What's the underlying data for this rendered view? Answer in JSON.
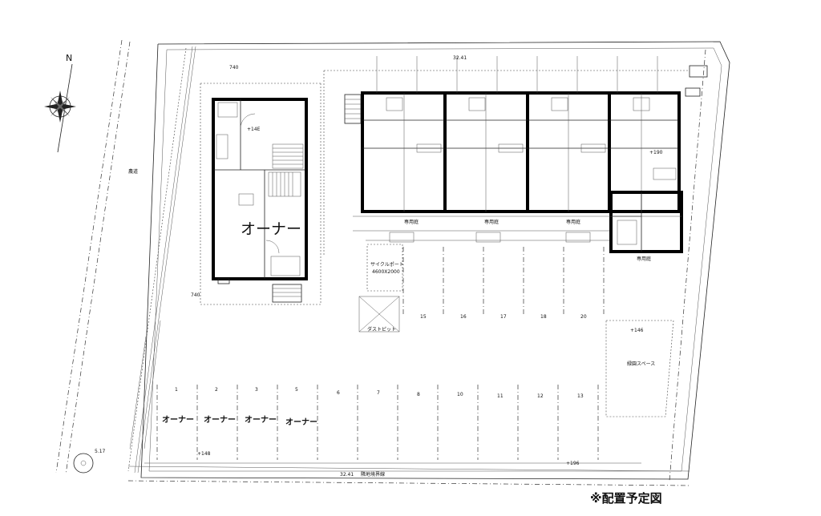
{
  "north_label": "N",
  "owner_house_label": "オーナー",
  "owner_parking_labels": [
    "オーナー",
    "オーナー",
    "オーナー",
    "オーナー"
  ],
  "parking_numbers_top": [
    "15",
    "16",
    "17",
    "18",
    "20"
  ],
  "parking_numbers_bottom": [
    "1",
    "2",
    "3",
    "5",
    "6",
    "7",
    "8",
    "10",
    "11",
    "12",
    "13"
  ],
  "labels": {
    "cycle_port": "サイクルポート",
    "cycle_port_dim": "4600X2000",
    "dust_pit": "ダストピット",
    "green_space": "緑園スペース",
    "site_boundary": "隣地境界線",
    "farm_road": "農道",
    "exclusive_garden_1": "専用庭",
    "exclusive_garden_2": "専用庭",
    "exclusive_garden_3": "専用庭",
    "exclusive_garden_4": "専用庭",
    "boundary_len_top": "32.41",
    "boundary_len_bottom": "32.41",
    "level_1": "+14E",
    "level_2": "+146",
    "level_3": "+190",
    "level_4": "+148",
    "level_5": "+196",
    "dim_1": "740",
    "dim_2": "740",
    "dim_3": "5.17"
  },
  "caption": "※配置予定図"
}
